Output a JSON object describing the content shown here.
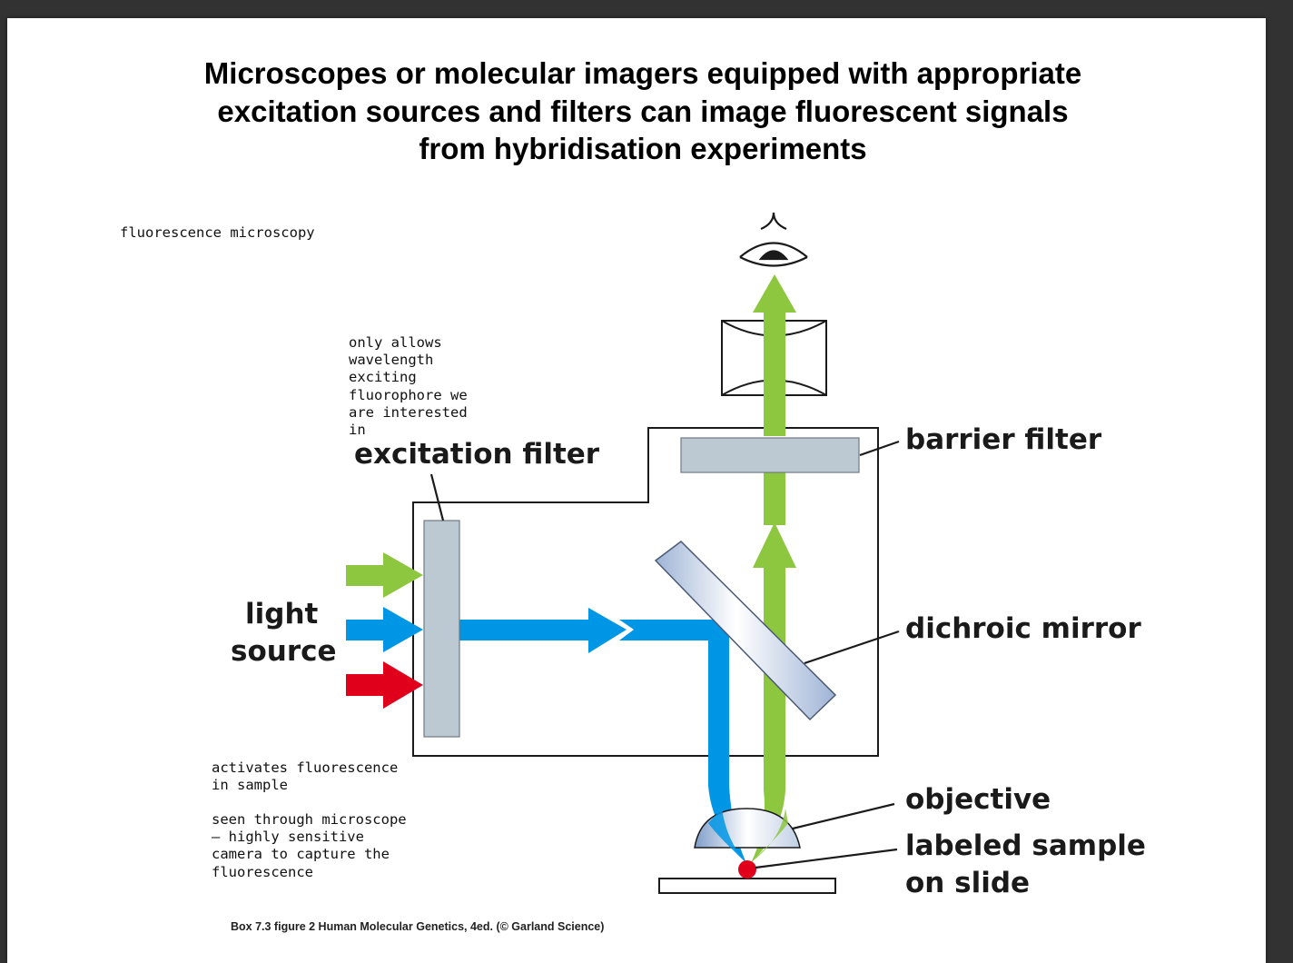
{
  "title": {
    "line1": "Microscopes or molecular imagers equipped with appropriate",
    "line2": "excitation sources and filters can image fluorescent signals",
    "line3": "from hybridisation experiments"
  },
  "notes": {
    "method": "fluorescence microscopy",
    "excitation_filter": "only allows\nwavelength\nexciting\nfluorophore we\nare interested\nin",
    "activation": "activates fluorescence\nin sample",
    "camera": "seen through microscope\n– highly sensitive\ncamera to capture the\nfluorescence"
  },
  "labels": {
    "excitation_filter": "excitation filter",
    "light_source_1": "light",
    "light_source_2": "source",
    "barrier_filter": "barrier filter",
    "dichroic_mirror": "dichroic mirror",
    "objective": "objective",
    "sample_1": "labeled sample",
    "sample_2": "on slide"
  },
  "caption": "Box 7.3 figure 2  Human Molecular Genetics, 4ed. (© Garland Science)",
  "colors": {
    "green_light": "#8dc63f",
    "blue_light": "#0096e6",
    "red_light": "#e0001b",
    "filter_gray": "#bcc8d2",
    "sample_red": "#e0001b"
  },
  "icons": {
    "viewer": "eye-icon"
  }
}
